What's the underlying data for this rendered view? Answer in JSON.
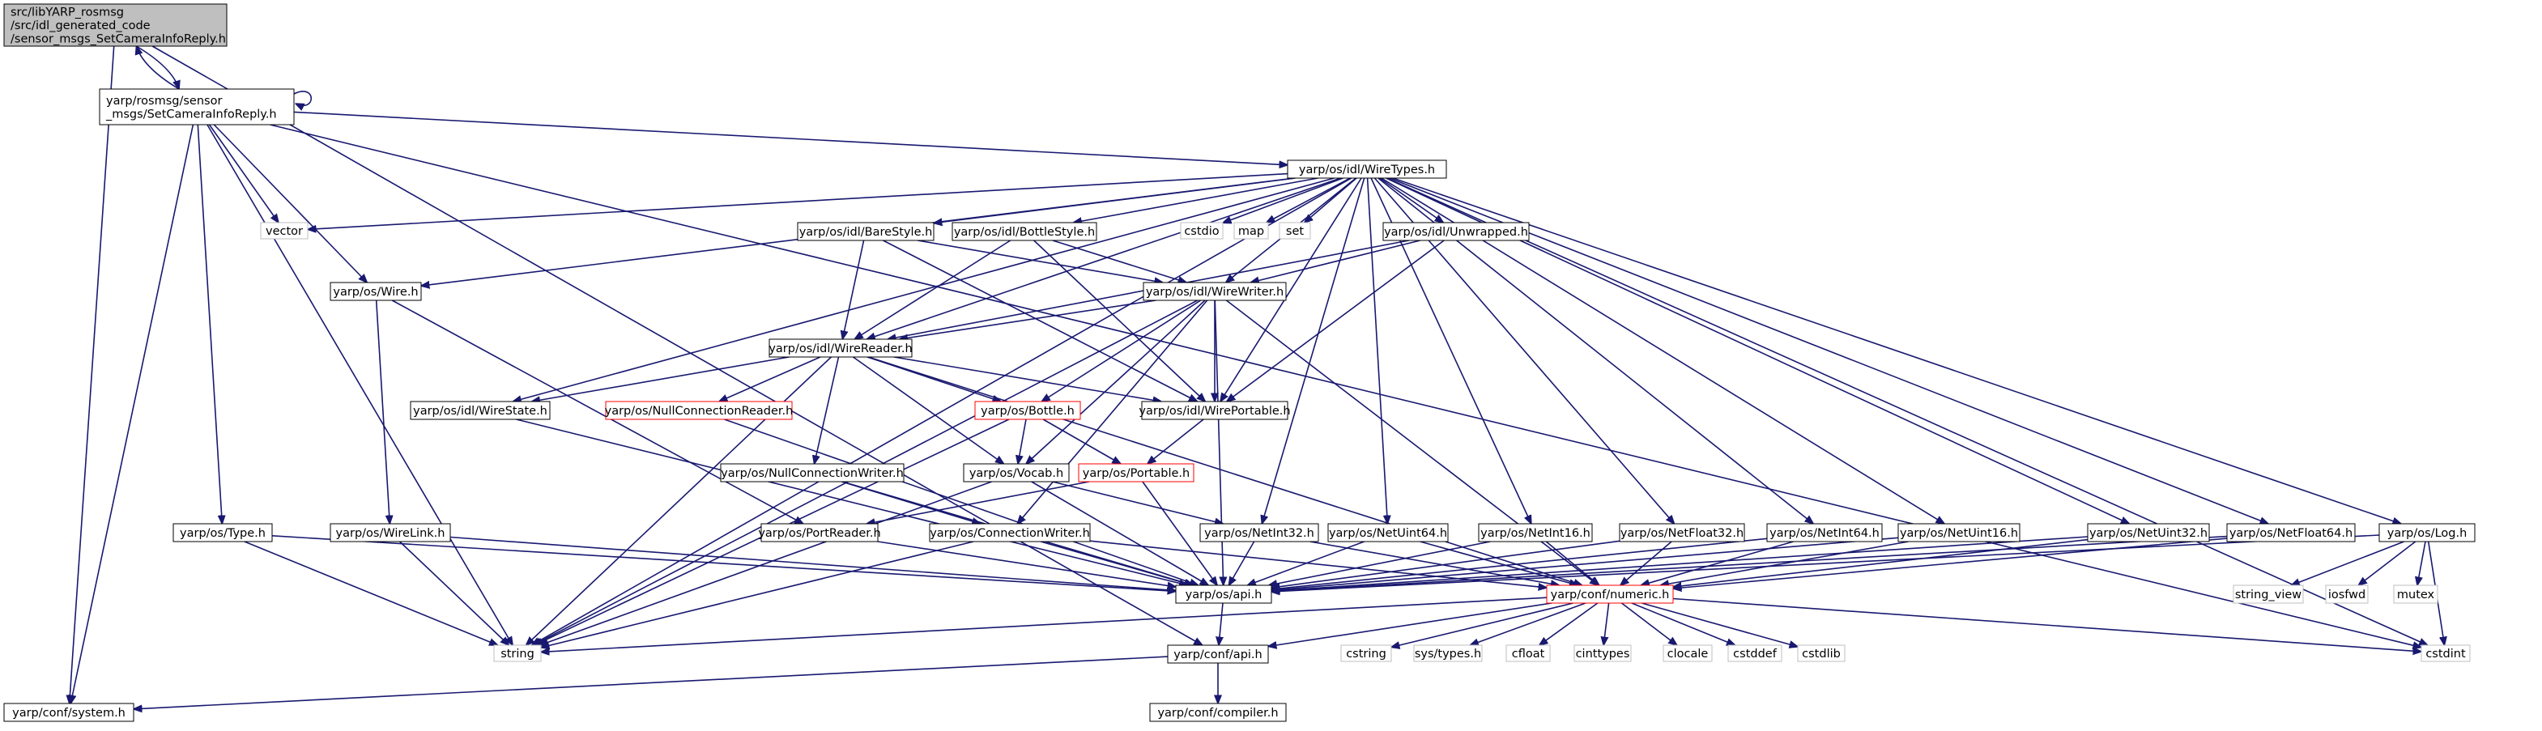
{
  "nodes": [
    {
      "id": "root",
      "lines": [
        "src/libYARP_rosmsg",
        "/src/idl_generated_code",
        "/sensor_msgs_SetCameraInfoReply.h"
      ],
      "style": "root"
    },
    {
      "id": "scir",
      "lines": [
        "yarp/rosmsg/sensor",
        "_msgs/SetCameraInfoReply.h"
      ],
      "style": "normal"
    },
    {
      "id": "wiretypes",
      "lines": [
        "yarp/os/idl/WireTypes.h"
      ],
      "style": "normal"
    },
    {
      "id": "vector",
      "lines": [
        "vector"
      ],
      "style": "gray"
    },
    {
      "id": "cstdio",
      "lines": [
        "cstdio"
      ],
      "style": "gray"
    },
    {
      "id": "map",
      "lines": [
        "map"
      ],
      "style": "gray"
    },
    {
      "id": "set",
      "lines": [
        "set"
      ],
      "style": "gray"
    },
    {
      "id": "barestyle",
      "lines": [
        "yarp/os/idl/BareStyle.h"
      ],
      "style": "normal"
    },
    {
      "id": "bottlestyle",
      "lines": [
        "yarp/os/idl/BottleStyle.h"
      ],
      "style": "normal"
    },
    {
      "id": "unwrapped",
      "lines": [
        "yarp/os/idl/Unwrapped.h"
      ],
      "style": "normal"
    },
    {
      "id": "wire",
      "lines": [
        "yarp/os/Wire.h"
      ],
      "style": "normal"
    },
    {
      "id": "wirewriter",
      "lines": [
        "yarp/os/idl/WireWriter.h"
      ],
      "style": "normal"
    },
    {
      "id": "wirereader",
      "lines": [
        "yarp/os/idl/WireReader.h"
      ],
      "style": "normal"
    },
    {
      "id": "wirestate",
      "lines": [
        "yarp/os/idl/WireState.h"
      ],
      "style": "normal"
    },
    {
      "id": "nullconnreader",
      "lines": [
        "yarp/os/NullConnectionReader.h"
      ],
      "style": "red"
    },
    {
      "id": "bottle",
      "lines": [
        "yarp/os/Bottle.h"
      ],
      "style": "red"
    },
    {
      "id": "wireportable",
      "lines": [
        "yarp/os/idl/WirePortable.h"
      ],
      "style": "normal"
    },
    {
      "id": "nullconnwriter",
      "lines": [
        "yarp/os/NullConnectionWriter.h"
      ],
      "style": "normal"
    },
    {
      "id": "vocab",
      "lines": [
        "yarp/os/Vocab.h"
      ],
      "style": "normal"
    },
    {
      "id": "portable",
      "lines": [
        "yarp/os/Portable.h"
      ],
      "style": "red"
    },
    {
      "id": "type",
      "lines": [
        "yarp/os/Type.h"
      ],
      "style": "normal"
    },
    {
      "id": "wirelink",
      "lines": [
        "yarp/os/WireLink.h"
      ],
      "style": "normal"
    },
    {
      "id": "portreader",
      "lines": [
        "yarp/os/PortReader.h"
      ],
      "style": "normal"
    },
    {
      "id": "connwriter",
      "lines": [
        "yarp/os/ConnectionWriter.h"
      ],
      "style": "normal"
    },
    {
      "id": "netint32",
      "lines": [
        "yarp/os/NetInt32.h"
      ],
      "style": "normal"
    },
    {
      "id": "netuint64",
      "lines": [
        "yarp/os/NetUint64.h"
      ],
      "style": "normal"
    },
    {
      "id": "netint16",
      "lines": [
        "yarp/os/NetInt16.h"
      ],
      "style": "normal"
    },
    {
      "id": "netfloat32",
      "lines": [
        "yarp/os/NetFloat32.h"
      ],
      "style": "normal"
    },
    {
      "id": "netint64",
      "lines": [
        "yarp/os/NetInt64.h"
      ],
      "style": "normal"
    },
    {
      "id": "netuint16",
      "lines": [
        "yarp/os/NetUint16.h"
      ],
      "style": "normal"
    },
    {
      "id": "netuint32",
      "lines": [
        "yarp/os/NetUint32.h"
      ],
      "style": "normal"
    },
    {
      "id": "netfloat64",
      "lines": [
        "yarp/os/NetFloat64.h"
      ],
      "style": "normal"
    },
    {
      "id": "log",
      "lines": [
        "yarp/os/Log.h"
      ],
      "style": "normal"
    },
    {
      "id": "osapi",
      "lines": [
        "yarp/os/api.h"
      ],
      "style": "normal"
    },
    {
      "id": "numeric",
      "lines": [
        "yarp/conf/numeric.h"
      ],
      "style": "red"
    },
    {
      "id": "string_view",
      "lines": [
        "string_view"
      ],
      "style": "gray"
    },
    {
      "id": "iosfwd",
      "lines": [
        "iosfwd"
      ],
      "style": "gray"
    },
    {
      "id": "mutex",
      "lines": [
        "mutex"
      ],
      "style": "gray"
    },
    {
      "id": "string",
      "lines": [
        "string"
      ],
      "style": "gray"
    },
    {
      "id": "confapi",
      "lines": [
        "yarp/conf/api.h"
      ],
      "style": "normal"
    },
    {
      "id": "cstring",
      "lines": [
        "cstring"
      ],
      "style": "gray"
    },
    {
      "id": "systypes",
      "lines": [
        "sys/types.h"
      ],
      "style": "gray"
    },
    {
      "id": "cfloat",
      "lines": [
        "cfloat"
      ],
      "style": "gray"
    },
    {
      "id": "cinttypes",
      "lines": [
        "cinttypes"
      ],
      "style": "gray"
    },
    {
      "id": "clocale",
      "lines": [
        "clocale"
      ],
      "style": "gray"
    },
    {
      "id": "cstddef",
      "lines": [
        "cstddef"
      ],
      "style": "gray"
    },
    {
      "id": "cstdlib",
      "lines": [
        "cstdlib"
      ],
      "style": "gray"
    },
    {
      "id": "cstdint",
      "lines": [
        "cstdint"
      ],
      "style": "gray"
    },
    {
      "id": "system",
      "lines": [
        "yarp/conf/system.h"
      ],
      "style": "normal"
    },
    {
      "id": "compiler",
      "lines": [
        "yarp/conf/compiler.h"
      ],
      "style": "normal"
    }
  ],
  "edges": [
    [
      "root",
      "scir"
    ],
    [
      "root",
      "system"
    ],
    [
      "root",
      "confapi"
    ],
    [
      "scir",
      "root"
    ],
    [
      "scir",
      "scir"
    ],
    [
      "scir",
      "wiretypes"
    ],
    [
      "scir",
      "vector"
    ],
    [
      "scir",
      "wire"
    ],
    [
      "scir",
      "type"
    ],
    [
      "scir",
      "string"
    ],
    [
      "scir",
      "system"
    ],
    [
      "scir",
      "cstdint"
    ],
    [
      "wiretypes",
      "vector"
    ],
    [
      "wiretypes",
      "cstdio"
    ],
    [
      "wiretypes",
      "map"
    ],
    [
      "wiretypes",
      "set"
    ],
    [
      "wiretypes",
      "string"
    ],
    [
      "wiretypes",
      "wire"
    ],
    [
      "wiretypes",
      "barestyle"
    ],
    [
      "wiretypes",
      "bottlestyle"
    ],
    [
      "wiretypes",
      "unwrapped"
    ],
    [
      "wiretypes",
      "wirewriter"
    ],
    [
      "wiretypes",
      "wirereader"
    ],
    [
      "wiretypes",
      "wirestate"
    ],
    [
      "wiretypes",
      "wireportable"
    ],
    [
      "wiretypes",
      "netint32"
    ],
    [
      "wiretypes",
      "netuint64"
    ],
    [
      "wiretypes",
      "netint16"
    ],
    [
      "wiretypes",
      "netfloat32"
    ],
    [
      "wiretypes",
      "netint64"
    ],
    [
      "wiretypes",
      "netuint16"
    ],
    [
      "wiretypes",
      "netuint32"
    ],
    [
      "wiretypes",
      "netfloat64"
    ],
    [
      "wiretypes",
      "log"
    ],
    [
      "wiretypes",
      "cstdint"
    ],
    [
      "barestyle",
      "wirewriter"
    ],
    [
      "barestyle",
      "wirereader"
    ],
    [
      "barestyle",
      "wireportable"
    ],
    [
      "bottlestyle",
      "wirewriter"
    ],
    [
      "bottlestyle",
      "wirereader"
    ],
    [
      "bottlestyle",
      "wireportable"
    ],
    [
      "unwrapped",
      "wirewriter"
    ],
    [
      "unwrapped",
      "wirereader"
    ],
    [
      "unwrapped",
      "wireportable"
    ],
    [
      "wire",
      "wirelink"
    ],
    [
      "wire",
      "portreader"
    ],
    [
      "wirewriter",
      "wirereader"
    ],
    [
      "wirewriter",
      "wireportable"
    ],
    [
      "wirewriter",
      "bottle"
    ],
    [
      "wirewriter",
      "vocab"
    ],
    [
      "wirewriter",
      "connwriter"
    ],
    [
      "wirewriter",
      "osapi"
    ],
    [
      "wirewriter",
      "numeric"
    ],
    [
      "wirewriter",
      "string"
    ],
    [
      "wirereader",
      "wirestate"
    ],
    [
      "wirereader",
      "nullconnreader"
    ],
    [
      "wirereader",
      "bottle"
    ],
    [
      "wirereader",
      "wireportable"
    ],
    [
      "wirereader",
      "nullconnwriter"
    ],
    [
      "wirereader",
      "vocab"
    ],
    [
      "wirereader",
      "numeric"
    ],
    [
      "wirereader",
      "string"
    ],
    [
      "wirestate",
      "osapi"
    ],
    [
      "nullconnreader",
      "osapi"
    ],
    [
      "bottle",
      "vocab"
    ],
    [
      "bottle",
      "portable"
    ],
    [
      "bottle",
      "string"
    ],
    [
      "wireportable",
      "portable"
    ],
    [
      "portable",
      "portreader"
    ],
    [
      "portable",
      "osapi"
    ],
    [
      "nullconnwriter",
      "connwriter"
    ],
    [
      "nullconnwriter",
      "osapi"
    ],
    [
      "vocab",
      "netint32"
    ],
    [
      "vocab",
      "string"
    ],
    [
      "vocab",
      "osapi"
    ],
    [
      "type",
      "osapi"
    ],
    [
      "type",
      "string"
    ],
    [
      "wirelink",
      "osapi"
    ],
    [
      "wirelink",
      "string"
    ],
    [
      "portreader",
      "osapi"
    ],
    [
      "connwriter",
      "osapi"
    ],
    [
      "connwriter",
      "numeric"
    ],
    [
      "connwriter",
      "string"
    ],
    [
      "netint32",
      "osapi"
    ],
    [
      "netint32",
      "numeric"
    ],
    [
      "netuint64",
      "osapi"
    ],
    [
      "netuint64",
      "numeric"
    ],
    [
      "netint16",
      "osapi"
    ],
    [
      "netint16",
      "numeric"
    ],
    [
      "netfloat32",
      "osapi"
    ],
    [
      "netfloat32",
      "numeric"
    ],
    [
      "netint64",
      "osapi"
    ],
    [
      "netint64",
      "numeric"
    ],
    [
      "netuint16",
      "osapi"
    ],
    [
      "netuint16",
      "numeric"
    ],
    [
      "netuint32",
      "osapi"
    ],
    [
      "netuint32",
      "numeric"
    ],
    [
      "netfloat64",
      "osapi"
    ],
    [
      "netfloat64",
      "numeric"
    ],
    [
      "log",
      "osapi"
    ],
    [
      "log",
      "string_view"
    ],
    [
      "log",
      "iosfwd"
    ],
    [
      "log",
      "mutex"
    ],
    [
      "log",
      "cstdint"
    ],
    [
      "osapi",
      "confapi"
    ],
    [
      "numeric",
      "string"
    ],
    [
      "numeric",
      "confapi"
    ],
    [
      "numeric",
      "cstring"
    ],
    [
      "numeric",
      "systypes"
    ],
    [
      "numeric",
      "cfloat"
    ],
    [
      "numeric",
      "cinttypes"
    ],
    [
      "numeric",
      "clocale"
    ],
    [
      "numeric",
      "cstddef"
    ],
    [
      "numeric",
      "cstdlib"
    ],
    [
      "numeric",
      "cstdint"
    ],
    [
      "confapi",
      "system"
    ],
    [
      "confapi",
      "compiler"
    ]
  ]
}
